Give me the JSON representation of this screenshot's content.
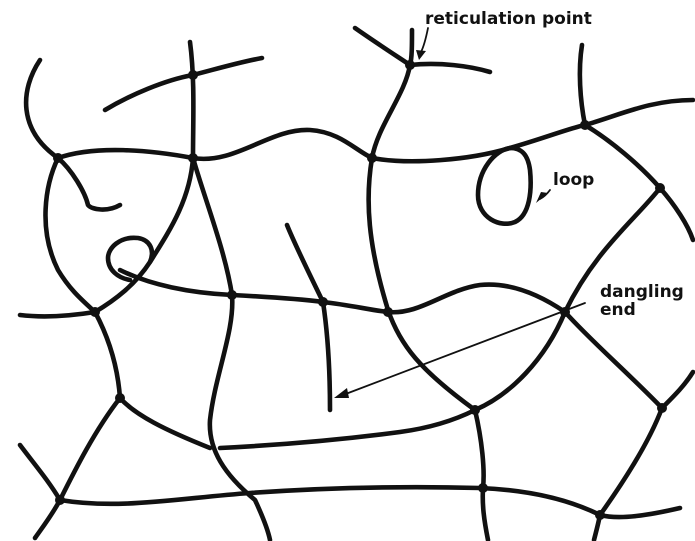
{
  "labels": {
    "reticulation_point": "reticulation point",
    "loop": "loop",
    "dangling_line1": "dangling",
    "dangling_line2": "end"
  }
}
